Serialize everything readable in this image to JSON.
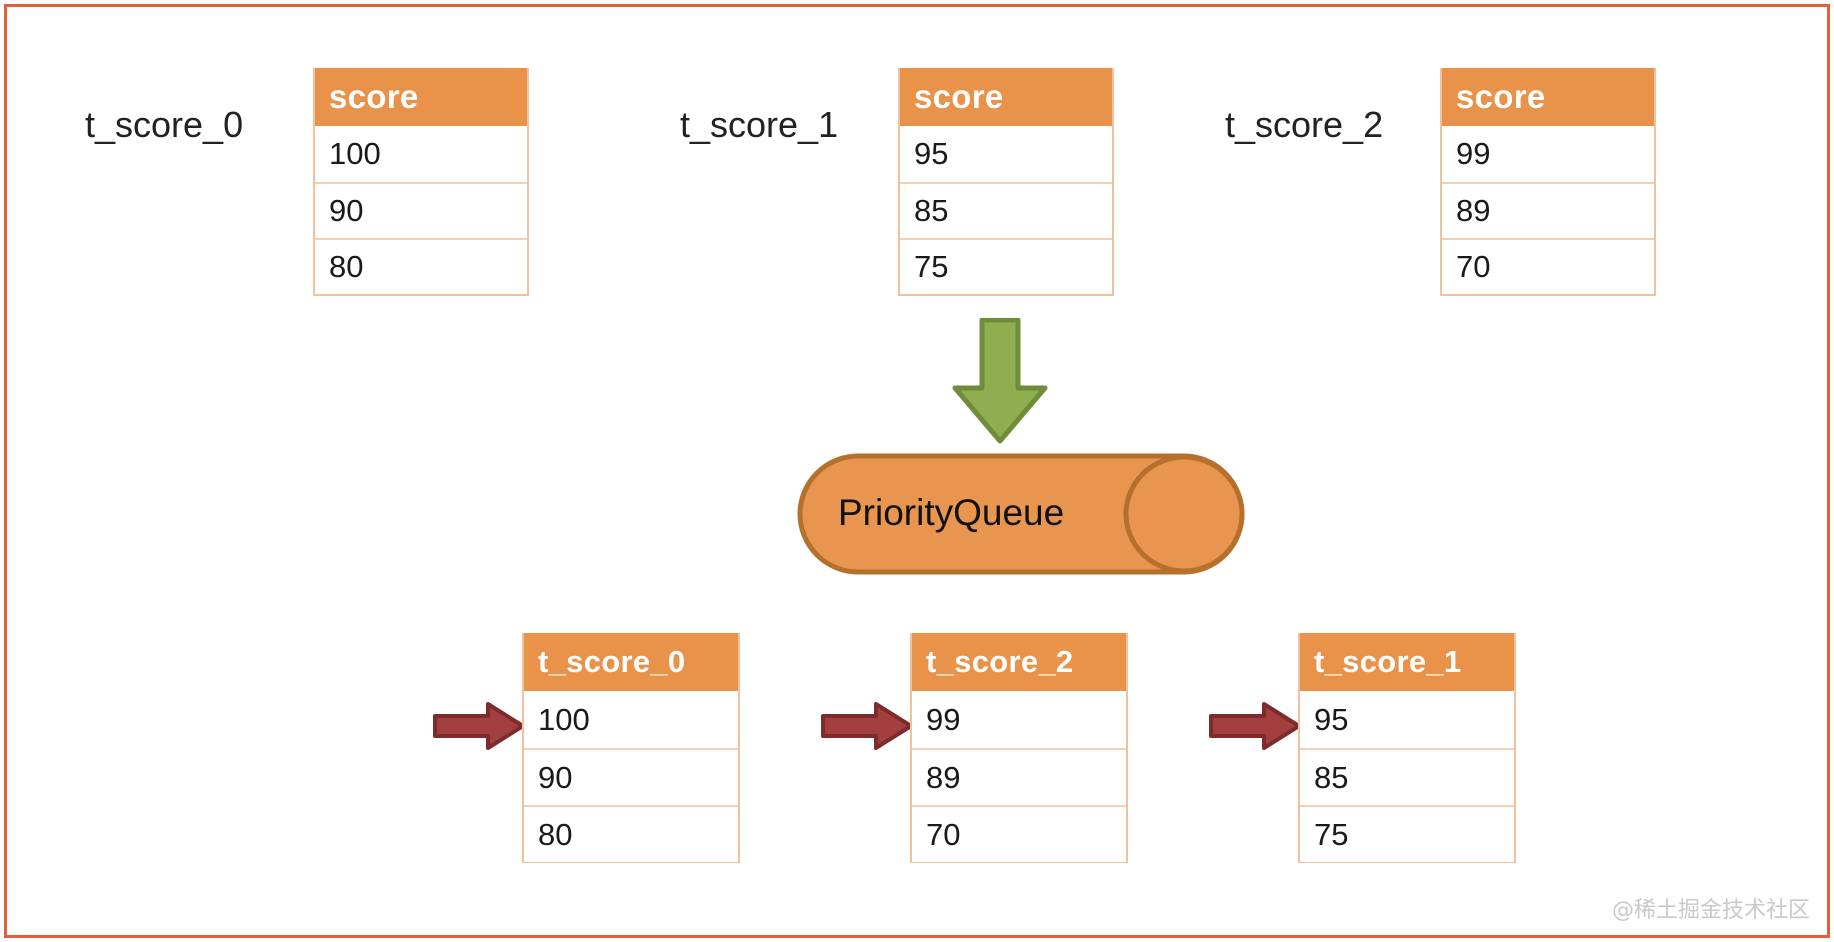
{
  "colors": {
    "frame_border": "#e4603c",
    "table_header_bg": "#e8924a",
    "table_header_text": "#ffffff",
    "table_border": "#f0c2a0",
    "cell_divider": "#f5cfb2",
    "green_arrow_fill": "#8fae50",
    "green_arrow_stroke": "#6f8c3a",
    "queue_fill": "#e8954f",
    "queue_stroke": "#b5702c",
    "red_arrow_fill": "#a33f3f",
    "red_arrow_stroke": "#7d2b2b",
    "watermark_text": "#c9c9cc"
  },
  "source_tables": [
    {
      "side_label": "t_score_0",
      "header": "score",
      "rows": [
        "100",
        "90",
        "80"
      ]
    },
    {
      "side_label": "t_score_1",
      "header": "score",
      "rows": [
        "95",
        "85",
        "75"
      ]
    },
    {
      "side_label": "t_score_2",
      "header": "score",
      "rows": [
        "99",
        "89",
        "70"
      ]
    }
  ],
  "queue": {
    "label": "PriorityQueue"
  },
  "result_tables": [
    {
      "header": "t_score_0",
      "rows": [
        "100",
        "90",
        "80"
      ]
    },
    {
      "header": "t_score_2",
      "rows": [
        "99",
        "89",
        "70"
      ]
    },
    {
      "header": "t_score_1",
      "rows": [
        "95",
        "85",
        "75"
      ]
    }
  ],
  "icons": {
    "green_down_arrow": "arrow-down-icon",
    "red_right_arrow": "arrow-right-icon"
  },
  "watermark": "@稀土掘金技术社区"
}
